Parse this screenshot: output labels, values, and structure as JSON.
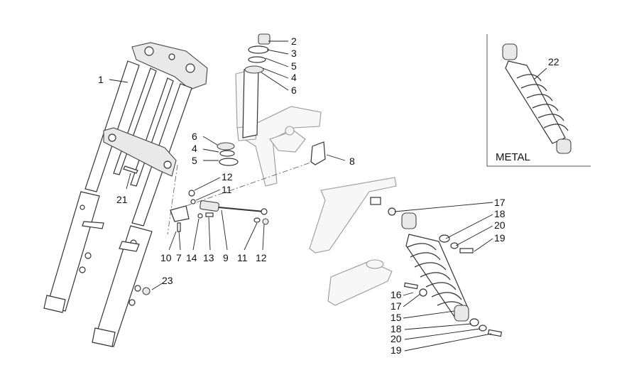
{
  "diagram": {
    "callouts": [
      {
        "id": "c1",
        "text": "1"
      },
      {
        "id": "c2",
        "text": "2"
      },
      {
        "id": "c3",
        "text": "3"
      },
      {
        "id": "c5a",
        "text": "5"
      },
      {
        "id": "c4a",
        "text": "4"
      },
      {
        "id": "c6a",
        "text": "6"
      },
      {
        "id": "c6b",
        "text": "6"
      },
      {
        "id": "c4b",
        "text": "4"
      },
      {
        "id": "c5b",
        "text": "5"
      },
      {
        "id": "c8",
        "text": "8"
      },
      {
        "id": "c12a",
        "text": "12"
      },
      {
        "id": "c11a",
        "text": "11"
      },
      {
        "id": "c21",
        "text": "21"
      },
      {
        "id": "c10",
        "text": "10"
      },
      {
        "id": "c7",
        "text": "7"
      },
      {
        "id": "c14",
        "text": "14"
      },
      {
        "id": "c13",
        "text": "13"
      },
      {
        "id": "c9",
        "text": "9"
      },
      {
        "id": "c11b",
        "text": "11"
      },
      {
        "id": "c12b",
        "text": "12"
      },
      {
        "id": "c23",
        "text": "23"
      },
      {
        "id": "c17a",
        "text": "17"
      },
      {
        "id": "c18a",
        "text": "18"
      },
      {
        "id": "c20a",
        "text": "20"
      },
      {
        "id": "c19a",
        "text": "19"
      },
      {
        "id": "c16",
        "text": "16"
      },
      {
        "id": "c17b",
        "text": "17"
      },
      {
        "id": "c15",
        "text": "15"
      },
      {
        "id": "c18b",
        "text": "18"
      },
      {
        "id": "c20b",
        "text": "20"
      },
      {
        "id": "c19b",
        "text": "19"
      },
      {
        "id": "c22",
        "text": "22"
      }
    ],
    "inset": {
      "label": "METAL"
    }
  },
  "colors": {
    "line": "#333333",
    "background": "#ffffff",
    "fill_light": "#e9e9e9"
  }
}
